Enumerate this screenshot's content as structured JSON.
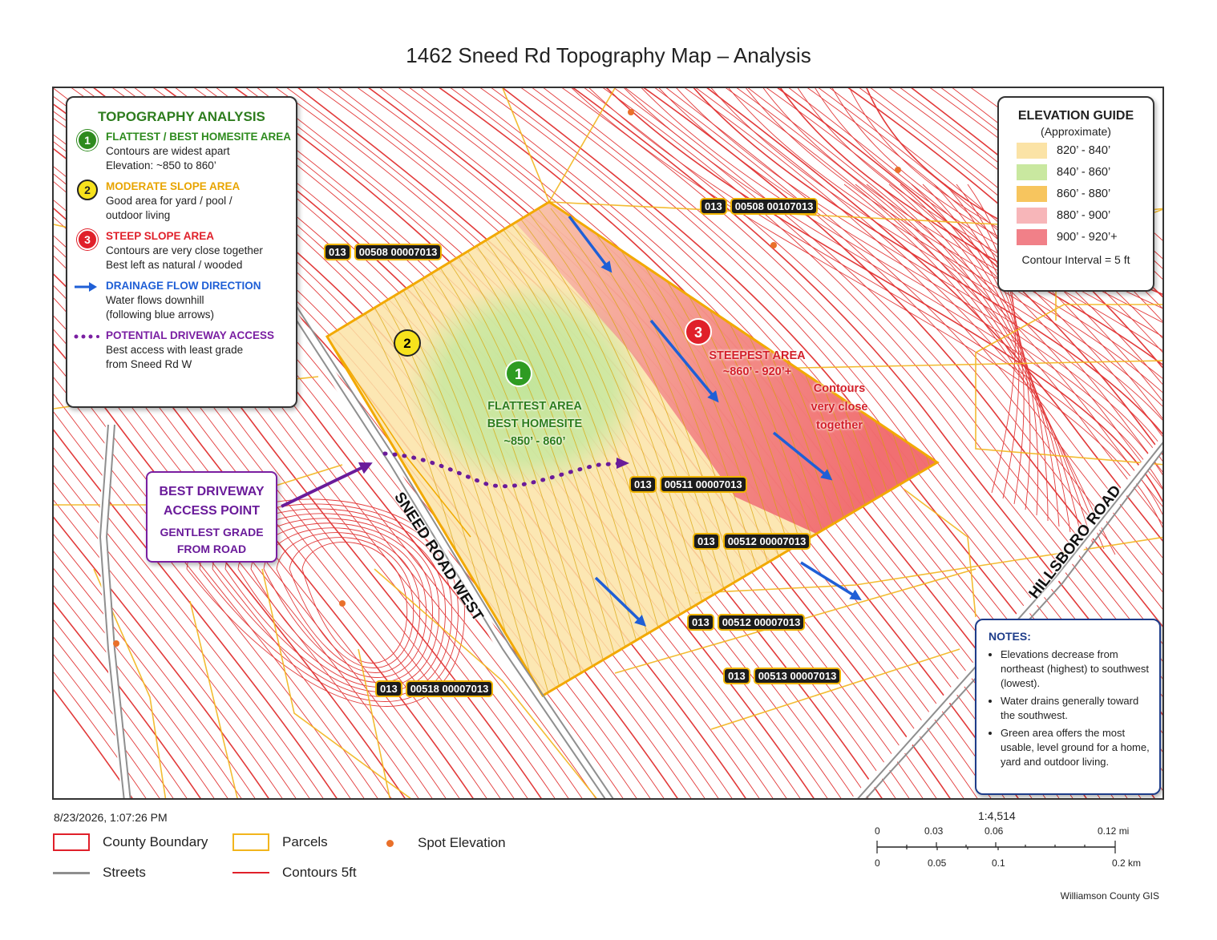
{
  "title": "1462 Sneed Rd Topography Map – Analysis",
  "analysis": {
    "heading": "TOPOGRAPHY ANALYSIS",
    "items": [
      {
        "num": "1",
        "heading": "FLATTEST / BEST HOMESITE AREA",
        "lines": [
          "Contours are widest apart",
          "Elevation: ~850 to 860’"
        ],
        "color": "#2e8b1e"
      },
      {
        "num": "2",
        "heading": "MODERATE SLOPE AREA",
        "lines": [
          "Good area for yard / pool /",
          "outdoor living"
        ],
        "color": "#e8a400"
      },
      {
        "num": "3",
        "heading": "STEEP SLOPE AREA",
        "lines": [
          "Contours are very close together",
          "Best left as natural / wooded"
        ],
        "color": "#e0202a"
      },
      {
        "num": "",
        "heading": "DRAINAGE FLOW DIRECTION",
        "lines": [
          "Water flows downhill",
          "(following blue arrows)"
        ],
        "color": "#1f5fd6"
      },
      {
        "num": "",
        "heading": "POTENTIAL DRIVEWAY ACCESS",
        "lines": [
          "Best access with least grade",
          "from Sneed Rd W"
        ],
        "color": "#7a1fa2"
      }
    ]
  },
  "elevation_guide": {
    "heading": "ELEVATION GUIDE",
    "subheading": "(Approximate)",
    "rows": [
      {
        "label": "820’ - 840’",
        "color": "#fbe3a6"
      },
      {
        "label": "840’ - 860’",
        "color": "#c9e8a0"
      },
      {
        "label": "860’ - 880’",
        "color": "#f7c55e"
      },
      {
        "label": "880’ - 900’",
        "color": "#f7b6b9"
      },
      {
        "label": "900’ - 920’+",
        "color": "#f18088"
      }
    ],
    "contour_interval": "Contour Interval = 5 ft"
  },
  "notes": {
    "heading": "NOTES:",
    "items": [
      "Elevations decrease from northeast (highest) to southwest (lowest).",
      "Water drains generally toward the southwest.",
      "Green area offers the most usable, level ground for a home, yard and outdoor living."
    ]
  },
  "driveway_callout": {
    "line1": "BEST DRIVEWAY",
    "line2": "ACCESS POINT",
    "line3": "GENTLEST GRADE",
    "line4": "FROM ROAD"
  },
  "map_labels": {
    "marker1": "1",
    "marker2": "2",
    "marker3": "3",
    "flat_1": "FLATTEST AREA",
    "flat_2": "BEST HOMESITE",
    "flat_3": "~850’ - 860’",
    "steep_1": "STEEPEST AREA",
    "steep_2": "~860’ - 920’+",
    "contours_1": "Contours",
    "contours_2": "very close",
    "contours_3": "together",
    "road_sneed": "SNEED ROAD WEST",
    "road_hillsboro": "HILLSBORO ROAD"
  },
  "parcels": [
    {
      "a": "013",
      "b": "00508 00107013"
    },
    {
      "a": "013",
      "b": "00508 00007013"
    },
    {
      "a": "013",
      "b": "00511 00007013"
    },
    {
      "a": "013",
      "b": "00512 00007013"
    },
    {
      "a": "013",
      "b": "00512 00007013"
    },
    {
      "a": "013",
      "b": "00513 00007013"
    },
    {
      "a": "013",
      "b": "00518 00007013"
    }
  ],
  "footer": {
    "date": "8/23/2026, 1:07:26 PM",
    "legend": {
      "county_boundary": "County Boundary",
      "parcels": "Parcels",
      "spot_elevation": "Spot Elevation",
      "streets": "Streets",
      "contours": "Contours 5ft"
    },
    "scale_ratio": "1:4,514",
    "scale_mi": [
      "0",
      "0.03",
      "0.06",
      "0.12 mi"
    ],
    "scale_km": [
      "0",
      "0.05",
      "0.1",
      "0.2 km"
    ],
    "credit": "Williamson County GIS"
  }
}
